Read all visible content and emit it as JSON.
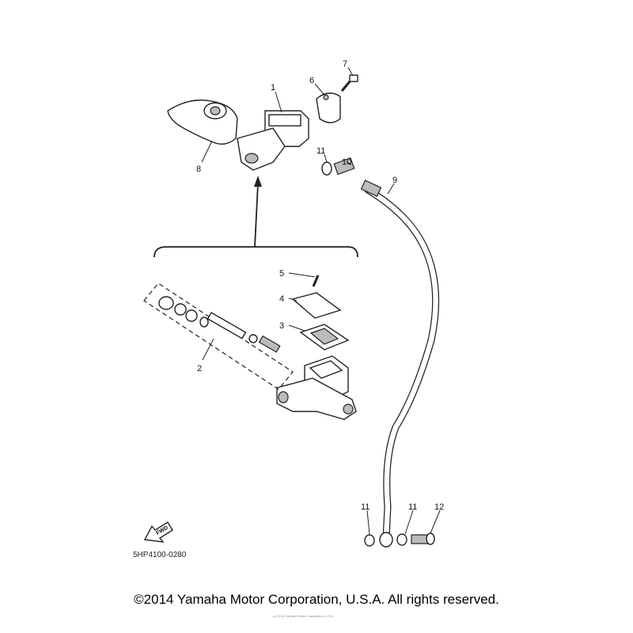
{
  "diagram": {
    "callouts": {
      "p1": "1",
      "p2": "2",
      "p3": "3",
      "p4": "4",
      "p5": "5",
      "p6": "6",
      "p7": "7",
      "p8": "8",
      "p9": "9",
      "p10": "10",
      "p11a": "11",
      "p11b": "11",
      "p11c": "11",
      "p12": "12"
    },
    "fwd_label": "FWD",
    "diagram_code": "5HP4100-0280"
  },
  "footer": {
    "copyright": "©2014 Yamaha Motor Corporation, U.S.A. All rights reserved.",
    "watermark": "(c) 2014 Yamaha Motor Corporation, U.S.A."
  }
}
